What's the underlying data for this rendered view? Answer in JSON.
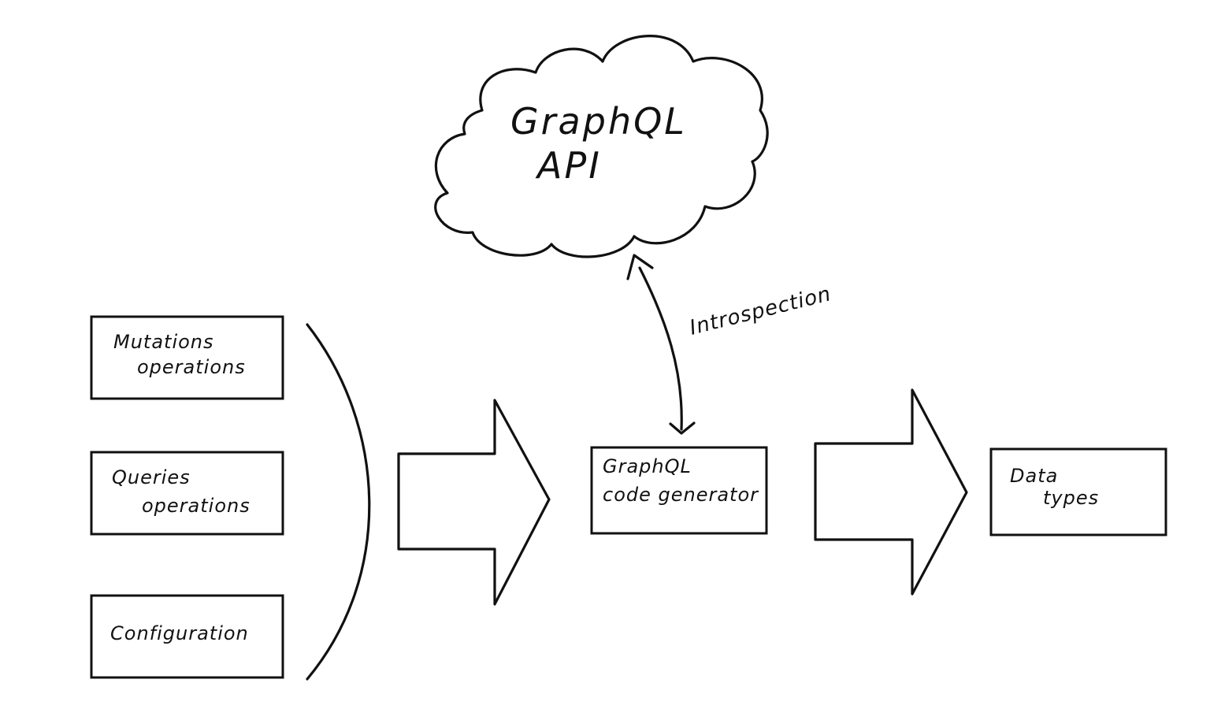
{
  "diagram": {
    "cloud": {
      "line1": "GraphQL",
      "line2": "API"
    },
    "edge_label": "Introspection",
    "inputs": [
      {
        "line1": "Mutations",
        "line2": "operations"
      },
      {
        "line1": "Queries",
        "line2": "operations"
      },
      {
        "line1": "Configuration",
        "line2": ""
      }
    ],
    "generator": {
      "line1": "GraphQL",
      "line2": "code generator"
    },
    "output": {
      "line1": "Data",
      "line2": "types"
    },
    "colors": {
      "ink": "#111111",
      "background": "#ffffff"
    }
  }
}
